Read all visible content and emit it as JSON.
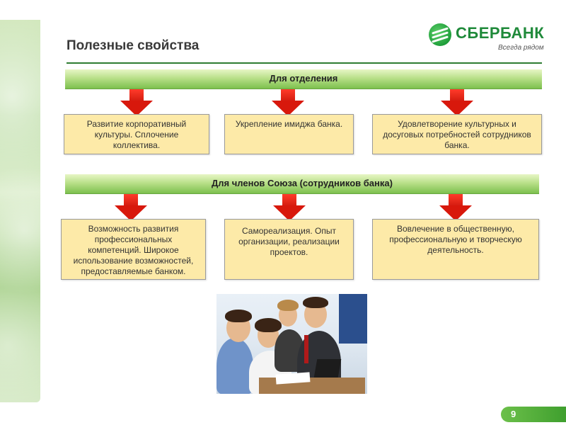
{
  "header": {
    "title": "Полезные свойства",
    "logo_name": "СБЕРБАНК",
    "logo_tagline": "Всегда рядом"
  },
  "section1": {
    "label": "Для отделения",
    "items": [
      "Развитие корпоративный культуры. Сплочение коллектива.",
      "Укрепление имиджа банка.",
      "Удовлетворение культурных и досуговых потребностей сотрудников банка."
    ]
  },
  "section2": {
    "label": "Для членов Союза (сотрудников банка)",
    "items": [
      "Возможность развития профессиональных компетенций. Широкое использование возможностей, предоставляемые банком.",
      "Самореализация. Опыт организации, реализации проектов.",
      "Вовлечение в общественную, профессиональную и творческую деятельность."
    ]
  },
  "footer": {
    "page_number": "9"
  },
  "colors": {
    "brand_green": "#1f8a3a",
    "arrow_red": "#d8180c",
    "box_fill": "#fdeaa8"
  }
}
